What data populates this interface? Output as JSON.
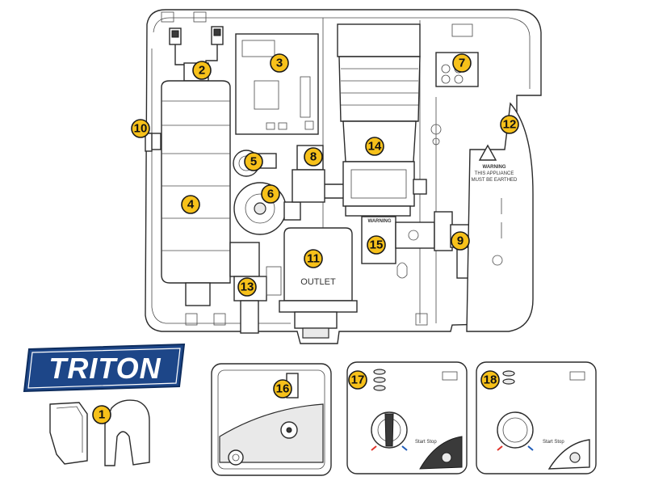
{
  "brand": {
    "name": "TRITON",
    "color": "#1d4688"
  },
  "accent": {
    "badge_fill": "#f7c11a",
    "badge_stroke": "#1a1a1a"
  },
  "printed_text": {
    "outlet": "OUTLET",
    "warning_cover": "WARNING",
    "warning_line1": "THIS APPLIANCE",
    "warning_line2": "MUST BE EARTHED",
    "warning_pump": "WARNING",
    "start_stop_17": "Start Stop",
    "start_stop_18": "Start Stop"
  },
  "callouts": [
    "1",
    "2",
    "3",
    "4",
    "5",
    "6",
    "7",
    "8",
    "9",
    "10",
    "11",
    "12",
    "13",
    "14",
    "15",
    "16",
    "17",
    "18"
  ]
}
